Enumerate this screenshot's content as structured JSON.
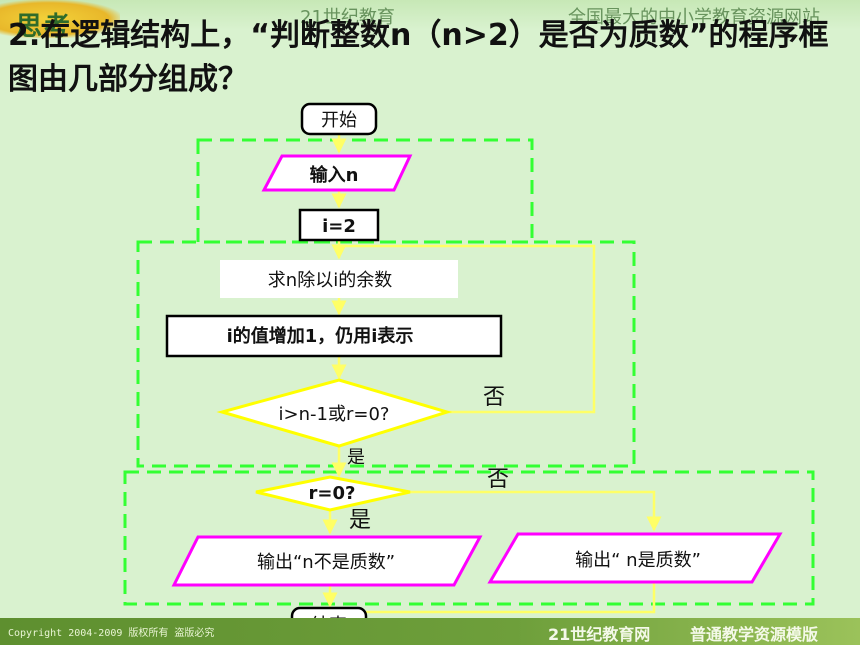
{
  "banner": {
    "logo": "思考",
    "site": "21世纪教育",
    "slogan": "全国最大的中小学教育资源网站"
  },
  "question": {
    "number": "2.",
    "text": "在逻辑结构上，“判断整数n（n>2）是否为质数”的程序框图由几部分组成？"
  },
  "flowchart": {
    "start": "开始",
    "input": "输入n",
    "init": "i=2",
    "remainder": "求n除以i的余数",
    "increment": "i的值增加1，仍用i表示",
    "loop_condition": "i>n-1或r=0?",
    "loop_no": "否",
    "loop_yes": "是",
    "final_condition": "r=0?",
    "final_no": "否",
    "final_yes": "是",
    "output_not_prime": "输出“n不是质数”",
    "output_prime": "输出“ n是质数”",
    "end": "结束"
  },
  "footer": {
    "copyright": "Copyright 2004-2009 版权所有 盗版必究",
    "site": "21世纪教育网",
    "template": "普通教学资源模版"
  },
  "colors": {
    "decision_stroke": "#ffff00",
    "output_stroke": "#ff00ff",
    "group_dash": "#33ff33",
    "arrow": "#ffff66"
  }
}
